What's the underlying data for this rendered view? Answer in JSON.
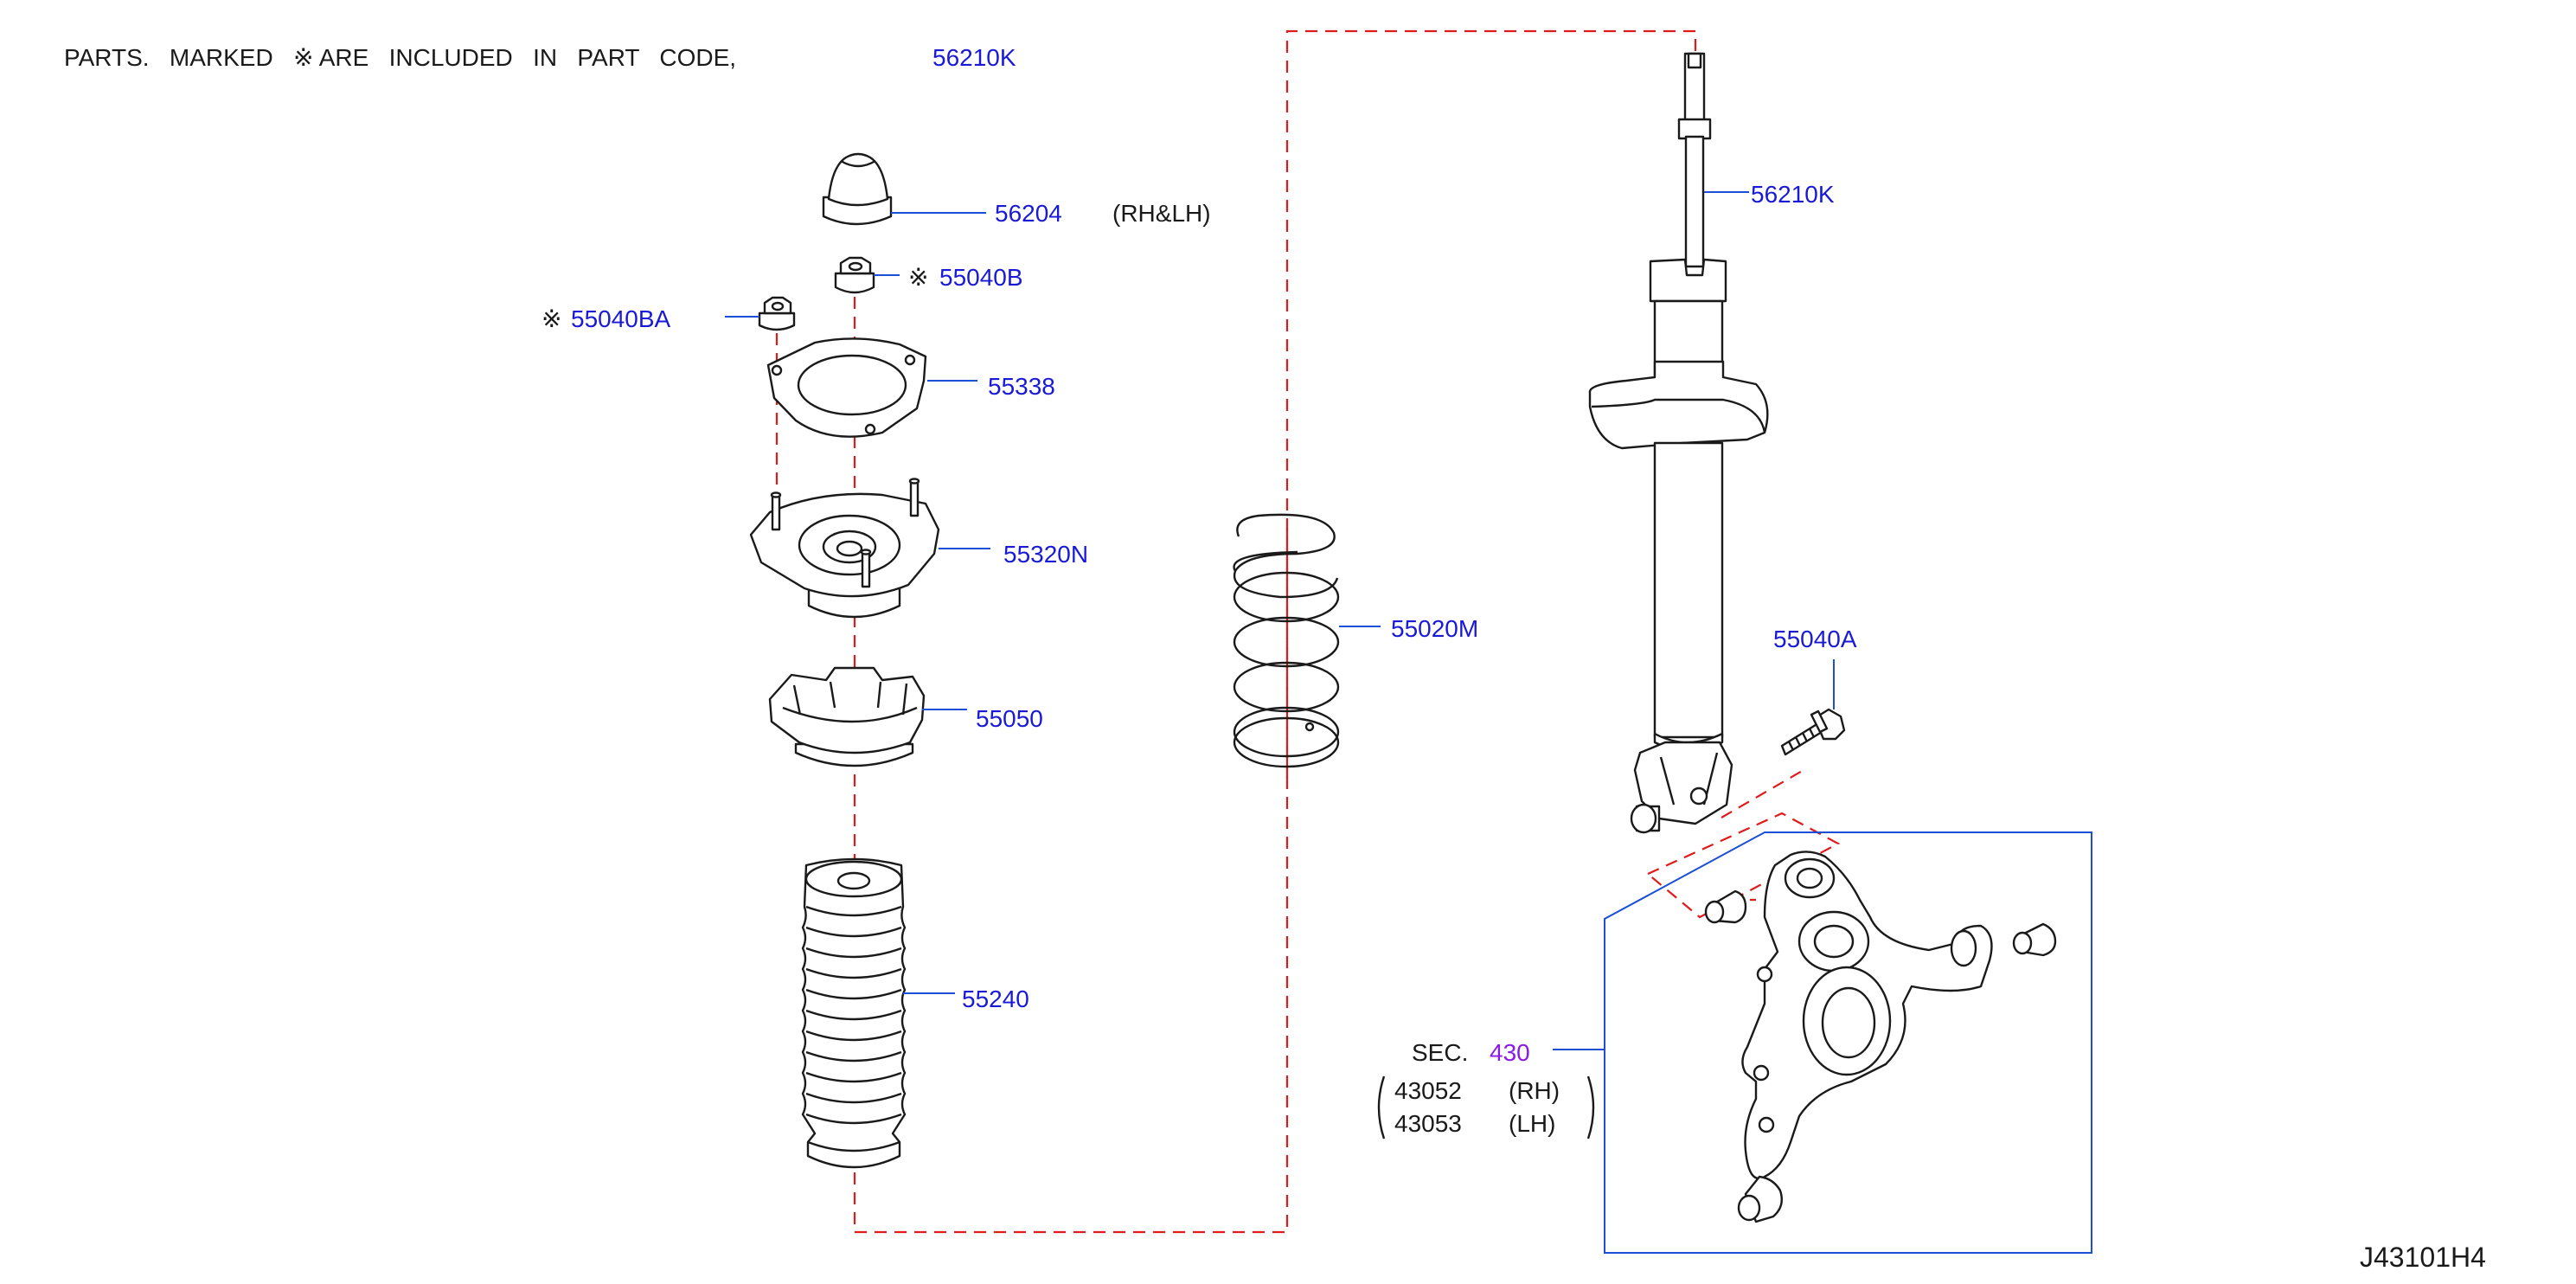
{
  "header": {
    "note": "PARTS.   MARKED   ※ ARE   INCLUDED   IN   PART   CODE,",
    "note_code": "56210K"
  },
  "parts": {
    "p56204": {
      "code": "56204",
      "suffix": "(RH&LH)"
    },
    "p55040b": {
      "mark": "※",
      "code": "55040B"
    },
    "p55040ba": {
      "mark": "※",
      "code": "55040BA"
    },
    "p55338": {
      "code": "55338"
    },
    "p55320n": {
      "code": "55320N"
    },
    "p55050": {
      "code": "55050"
    },
    "p55240": {
      "code": "55240"
    },
    "p55020m": {
      "code": "55020M"
    },
    "p56210k": {
      "code": "56210K"
    },
    "p55040a": {
      "code": "55040A"
    }
  },
  "sec": {
    "label": "SEC.",
    "number": "430",
    "rh_code": "43052",
    "rh_side": "(RH)",
    "lh_code": "43053",
    "lh_side": "(LH)"
  },
  "diagram_id": "J43101H4",
  "colors": {
    "label": "#1a1ad6",
    "leader": "#1a4fd6",
    "guide": "#e01b1b",
    "section": "#8a1ae6",
    "line": "#1a1a1a"
  }
}
